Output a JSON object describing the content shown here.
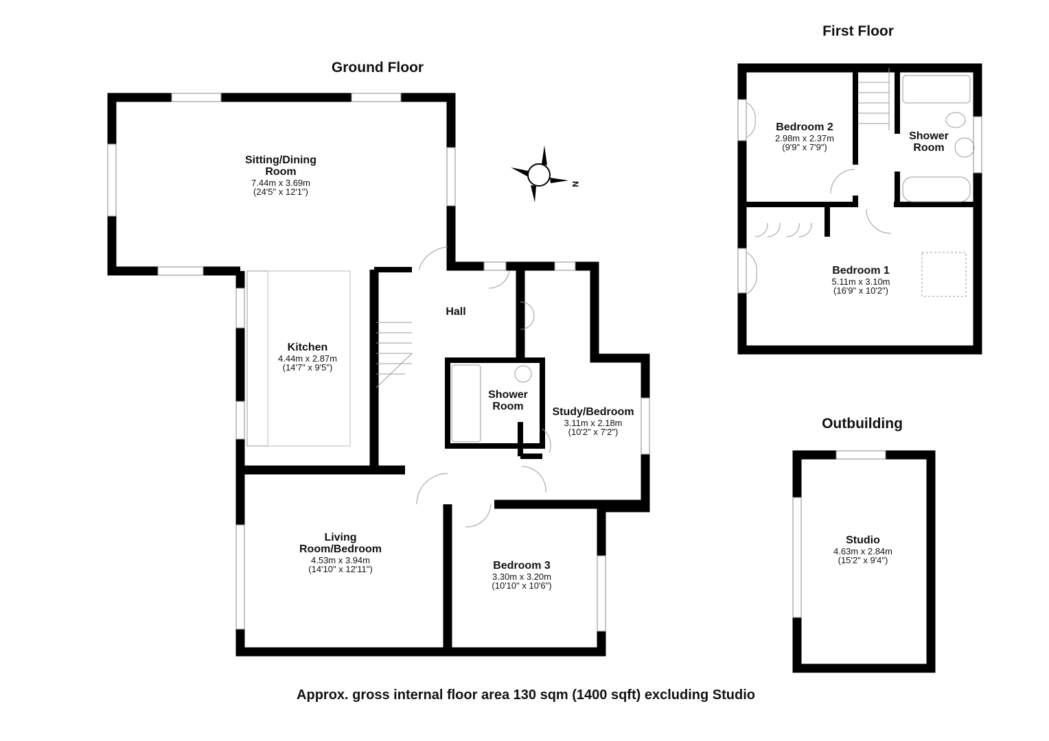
{
  "titles": {
    "ground": "Ground Floor",
    "first": "First Floor",
    "outbuilding": "Outbuilding"
  },
  "compass": {
    "label": "N"
  },
  "rooms": {
    "sitting": {
      "name": "Sitting/Dining Room",
      "metric": "7.44m x 3.69m",
      "imperial": "(24'5\" x 12'1\")"
    },
    "kitchen": {
      "name": "Kitchen",
      "metric": "4.44m x 2.87m",
      "imperial": "(14'7\" x 9'5\")"
    },
    "hall": {
      "name": "Hall"
    },
    "shower_ground": {
      "name": "Shower Room"
    },
    "study": {
      "name": "Study/Bedroom",
      "metric": "3.11m x 2.18m",
      "imperial": "(10'2\" x 7'2\")"
    },
    "living": {
      "name": "Living Room/Bedroom",
      "metric": "4.53m x 3.94m",
      "imperial": "(14'10\" x 12'11\")"
    },
    "bedroom3": {
      "name": "Bedroom 3",
      "metric": "3.30m x 3.20m",
      "imperial": "(10'10\" x 10'6\")"
    },
    "bedroom2": {
      "name": "Bedroom 2",
      "metric": "2.98m x 2.37m",
      "imperial": "(9'9\" x 7'9\")"
    },
    "shower_first": {
      "name": "Shower Room"
    },
    "bedroom1": {
      "name": "Bedroom 1",
      "metric": "5.11m x 3.10m",
      "imperial": "(16'9\" x 10'2\")"
    },
    "studio": {
      "name": "Studio",
      "metric": "4.63m x 2.84m",
      "imperial": "(15'2\" x 9'4\")"
    }
  },
  "footer": "Approx. gross internal floor area 130 sqm (1400 sqft) excluding Studio"
}
